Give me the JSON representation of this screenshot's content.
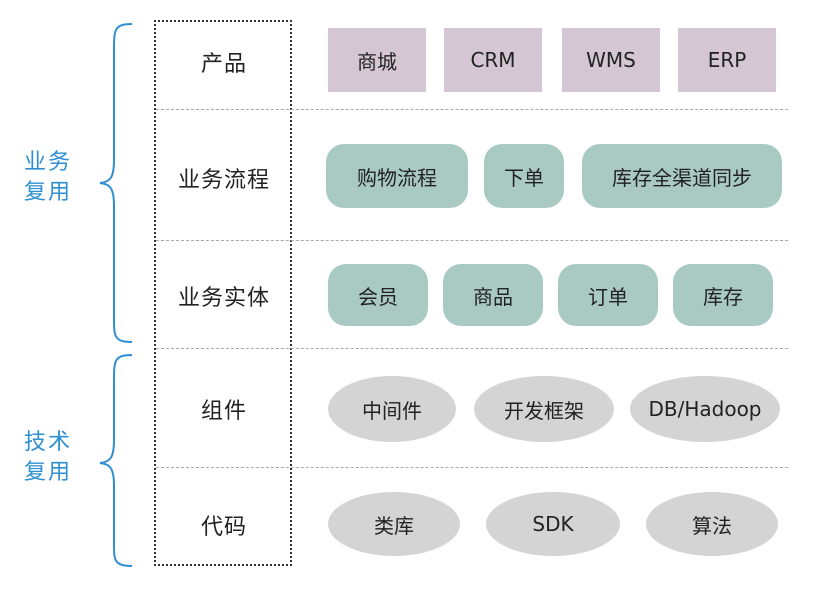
{
  "side_groups": {
    "business": [
      "业务",
      "复用"
    ],
    "technical": [
      "技术",
      "复用"
    ]
  },
  "rows": [
    {
      "label": "产品",
      "items": [
        "商城",
        "CRM",
        "WMS",
        "ERP"
      ]
    },
    {
      "label": "业务流程",
      "items": [
        "购物流程",
        "下单",
        "库存全渠道同步"
      ]
    },
    {
      "label": "业务实体",
      "items": [
        "会员",
        "商品",
        "订单",
        "库存"
      ]
    },
    {
      "label": "组件",
      "items": [
        "中间件",
        "开发框架",
        "DB/Hadoop"
      ]
    },
    {
      "label": "代码",
      "items": [
        "类库",
        "SDK",
        "算法"
      ]
    }
  ],
  "colors": {
    "brace": "#2f8fd1",
    "product_box": "#d4c7d3",
    "business_box": "#a9cac3",
    "tech_box": "#d4d4d4"
  }
}
